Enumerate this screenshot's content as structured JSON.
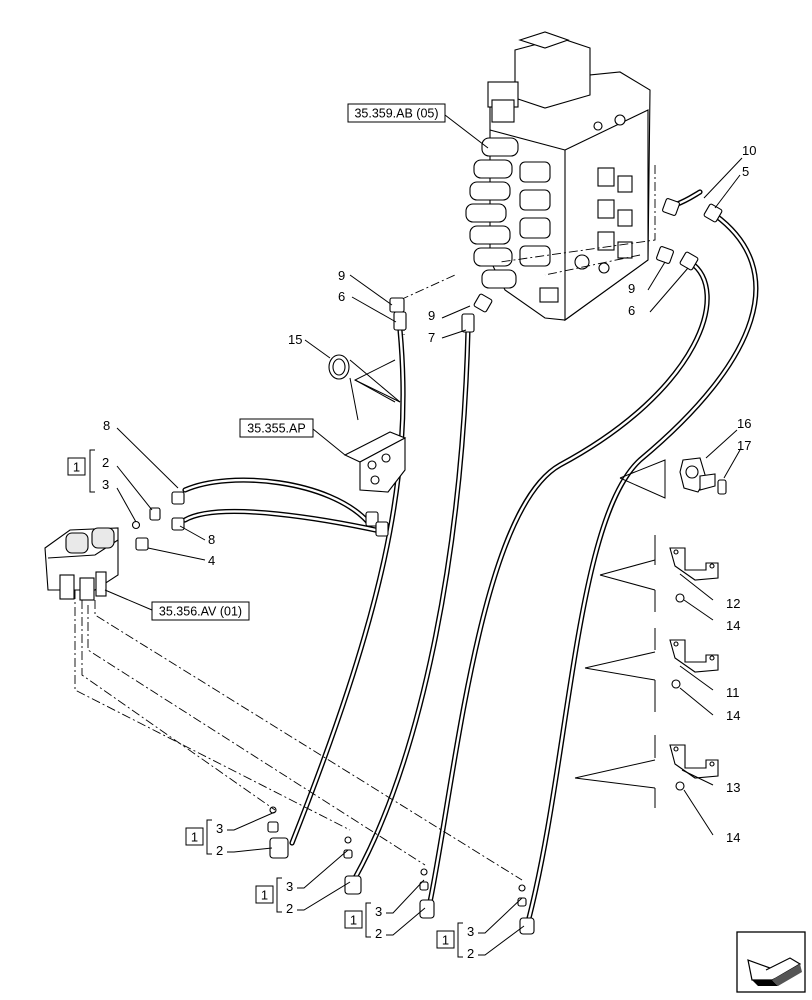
{
  "references": {
    "valve_block": "35.359.AB (05)",
    "bracket": "35.355.AP",
    "pedal_valve": "35.356.AV (01)"
  },
  "kit_label": "1",
  "callouts": {
    "c10": "10",
    "c5_top": "5",
    "c9_left": "9",
    "c6_left": "6",
    "c9_mid": "9",
    "c7_mid": "7",
    "c9_right": "9",
    "c6_right": "6",
    "c15": "15",
    "c8_upper": "8",
    "c8_lower": "8",
    "c2_left": "2",
    "c3_left": "3",
    "c4_left": "4",
    "c16": "16",
    "c17": "17",
    "c12": "12",
    "c14_a": "14",
    "c11": "11",
    "c14_b": "14",
    "c13": "13",
    "c14_c": "14"
  },
  "kits": [
    {
      "kit": "1",
      "upper": "3",
      "lower": "2"
    },
    {
      "kit": "1",
      "upper": "3",
      "lower": "2"
    },
    {
      "kit": "1",
      "upper": "3",
      "lower": "2"
    },
    {
      "kit": "1",
      "upper": "3",
      "lower": "2"
    }
  ],
  "icons": [
    "arrow-navigation-icon"
  ]
}
